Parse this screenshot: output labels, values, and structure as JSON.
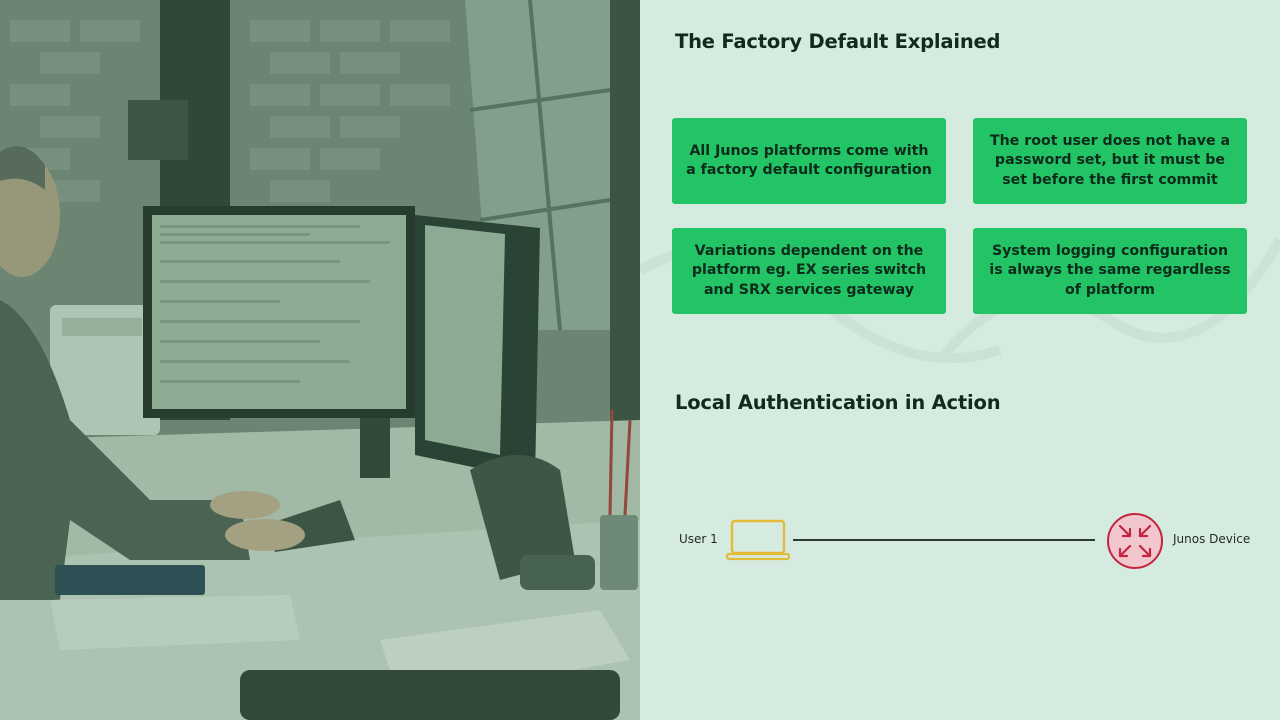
{
  "slide": {
    "section1_title": "The Factory Default Explained",
    "cards": [
      {
        "text": "All Junos platforms come with a factory default configuration"
      },
      {
        "text": "The root user does not have a password set, but it must be set before the first commit"
      },
      {
        "text": "Variations dependent on the platform eg. EX series switch and SRX services gateway"
      },
      {
        "text": "System logging configuration is always the same regardless of platform"
      }
    ],
    "section2_title": "Local Authentication in Action",
    "diagram": {
      "user_label": "User 1",
      "device_label": "Junos Device",
      "user_icon": "laptop-icon",
      "device_icon": "router-icon"
    }
  },
  "colors": {
    "panel_background": "#d6ebe0",
    "card_green": "#22c466",
    "laptop_yellow": "#e2bb39",
    "router_red": "#c3243f",
    "router_fill": "#f2c6cd"
  }
}
